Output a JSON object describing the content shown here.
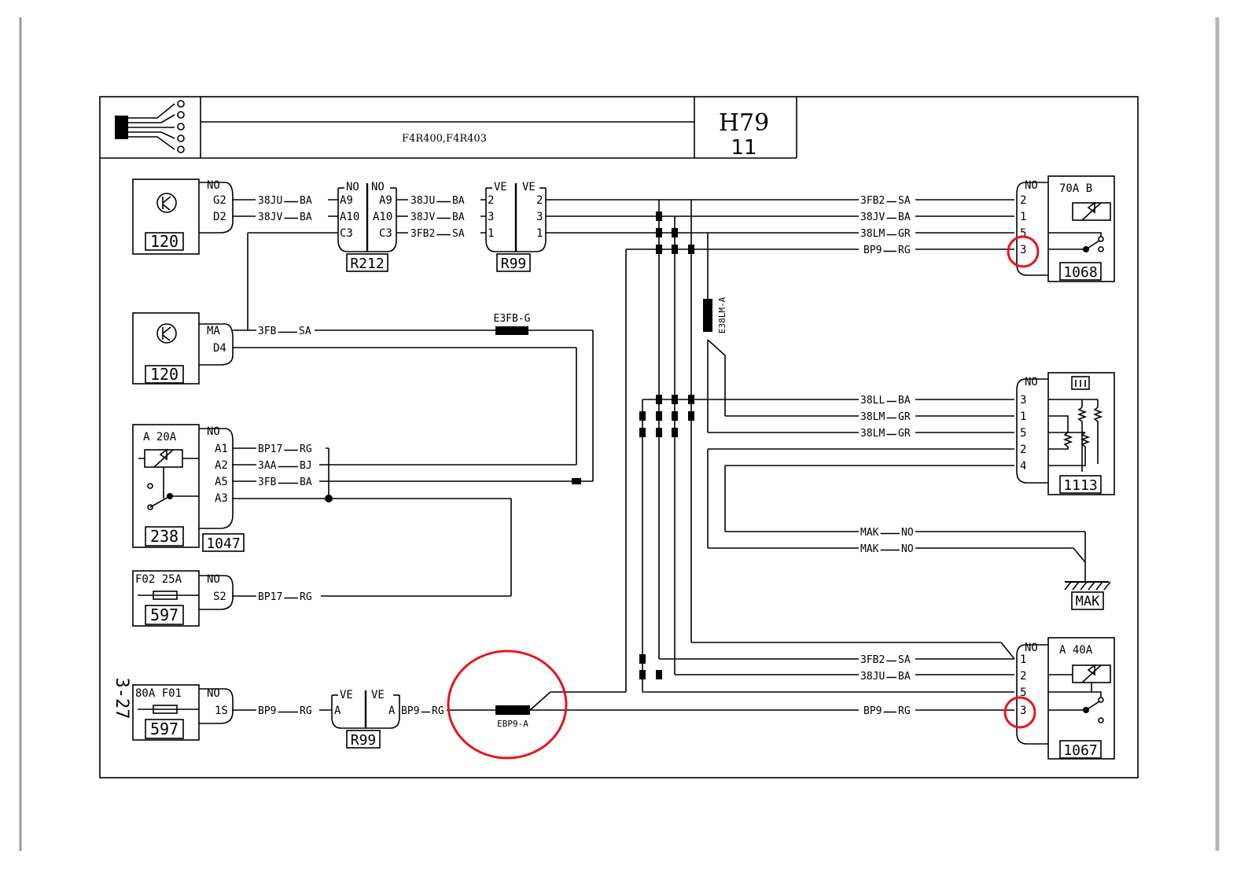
{
  "title_block": {
    "engine_codes": "F4R400,F4R403",
    "sheet_code": "H79",
    "sheet_number": "11",
    "side_ref": "3-27"
  },
  "components": {
    "c120a": {
      "id": "120",
      "pins": [
        "NO",
        "G2",
        "D2"
      ]
    },
    "c120b": {
      "id": "120",
      "pins": [
        "MA",
        "D4"
      ]
    },
    "c238": {
      "id": "238",
      "id2": "1047",
      "rating": "A    20A",
      "pins": [
        "NO",
        "A1",
        "A2",
        "A5",
        "A3"
      ]
    },
    "c597a": {
      "id": "597",
      "rating": "F02  25A",
      "pins": [
        "NO",
        "S2"
      ]
    },
    "c597b": {
      "id": "597",
      "rating": "80A  F01",
      "pins": [
        "NO",
        "1S"
      ]
    },
    "r212": {
      "id": "R212",
      "left_pins": [
        "NO",
        "A9",
        "A10",
        "C3"
      ],
      "right_pins": [
        "NO",
        "A9",
        "A10",
        "C3"
      ]
    },
    "r99a": {
      "id": "R99",
      "left_pins": [
        "VE",
        "2",
        "3",
        "1"
      ],
      "right_pins": [
        "VE",
        "2",
        "3",
        "1"
      ]
    },
    "r99b": {
      "id": "R99",
      "left_pins": [
        "VE",
        "A"
      ],
      "right_pins": [
        "VE",
        "A"
      ]
    },
    "c1068": {
      "id": "1068",
      "rating": "70A   B",
      "pins": [
        "NO",
        "2",
        "1",
        "5",
        "3"
      ]
    },
    "c1113": {
      "id": "1113",
      "pins": [
        "NO",
        "3",
        "1",
        "5",
        "2",
        "4"
      ]
    },
    "c1067": {
      "id": "1067",
      "rating": "A    40A",
      "pins": [
        "NO",
        "1",
        "2",
        "5",
        "3"
      ]
    },
    "ground": {
      "id": "MAK"
    }
  },
  "wires": {
    "w1": "38JU",
    "w1c": "BA",
    "w2": "38JV",
    "w2c": "BA",
    "w3": "38JU",
    "w3c": "BA",
    "w4": "38JV",
    "w4c": "BA",
    "w5": "3FB2",
    "w5c": "SA",
    "w6": "3FB2",
    "w6c": "SA",
    "w7": "38JV",
    "w7c": "BA",
    "w8": "38LM",
    "w8c": "GR",
    "w9": "BP9",
    "w9c": "RG",
    "w10": "3FB",
    "w10c": "SA",
    "w11": "BP17",
    "w11c": "RG",
    "w12": "3AA",
    "w12c": "BJ",
    "w13": "3FB",
    "w13c": "BA",
    "w14": "38LL",
    "w14c": "BA",
    "w15": "38LM",
    "w15c": "GR",
    "w16": "38LM",
    "w16c": "GR",
    "w17": "MAK",
    "w17c": "NO",
    "w18": "MAK",
    "w18c": "NO",
    "w19": "BP17",
    "w19c": "RG",
    "w20": "3FB2",
    "w20c": "SA",
    "w21": "38JU",
    "w21c": "BA",
    "w22": "BP9",
    "w22c": "RG",
    "w23": "BP9",
    "w23c": "RG",
    "w24": "BP9",
    "w24c": "RG"
  },
  "splices": {
    "s1": "E3FB-G",
    "s2": "E38LM-A",
    "s3": "EBP9-A"
  },
  "highlight_color": "#e8141b"
}
